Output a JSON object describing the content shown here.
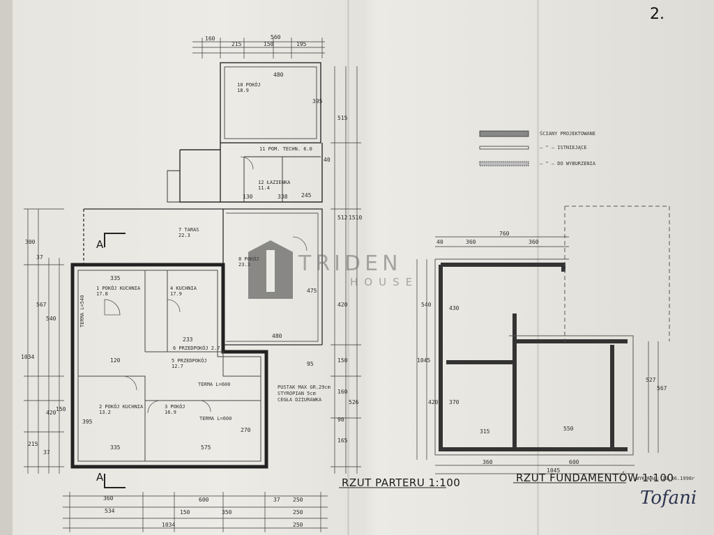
{
  "page_number": "2.",
  "titles": {
    "ground_floor": "RZUT PARTERU 1:100",
    "foundation": "RZUT FUNDAMENTÓW 1:100"
  },
  "legend": [
    {
      "label": "ŚCIANY PROJEKTOWANE"
    },
    {
      "label": "— \" — ISTNIEJĄCE"
    },
    {
      "label": "— \" — DO WYBURZENIA"
    }
  ],
  "author_note": "WYKONAŁ: 23.06.1998r",
  "watermark": {
    "main": "TRIDEN",
    "sub": "HOUSE"
  },
  "signature": "Tofani",
  "section_marks": [
    "A",
    "A"
  ],
  "rooms": [
    {
      "label": "10 POKÓJ",
      "area": "18.9"
    },
    {
      "label": "11 POM. TECHN.",
      "area": "6.0"
    },
    {
      "label": "12 ŁAZIENKA",
      "area": "11.4"
    },
    {
      "label": "7 TARAS",
      "area": "22.3"
    },
    {
      "label": "8 POKÓJ",
      "area": "23.3"
    },
    {
      "label": "1 POKÓJ KUCHNIA",
      "area": "17.8"
    },
    {
      "label": "4 KUCHNIA",
      "area": "17.9"
    },
    {
      "label": "5 PRZEDPOKÓJ",
      "area": "12.7"
    },
    {
      "label": "6 PRZEDPOKÓJ",
      "area": "2.7"
    },
    {
      "label": "2 POKÓJ KUCHNIA",
      "area": "13.2"
    },
    {
      "label": "3 POKÓJ",
      "area": "16.9"
    }
  ],
  "notes": [
    "TERMA L=600",
    "TERMA L=600",
    "TERMA L=540",
    "PUSTAK MAX GR.29cm",
    "STYROPIAN 5cm",
    "CEGŁA DZIURAWKA"
  ],
  "dims_top": [
    "160",
    "560",
    "215",
    "150",
    "195",
    "480",
    "395",
    "40"
  ],
  "dims_left": [
    "300",
    "37",
    "567",
    "540",
    "1034",
    "420",
    "150",
    "215",
    "37"
  ],
  "dims_bottom": [
    "360",
    "600",
    "37",
    "250",
    "534",
    "150",
    "350",
    "250",
    "1034",
    "250"
  ],
  "dims_right": [
    "515",
    "512",
    "1510",
    "420",
    "150",
    "160",
    "90",
    "165",
    "526",
    "95"
  ],
  "dims_inner": [
    "335",
    "120",
    "233",
    "480",
    "575",
    "335",
    "395",
    "270",
    "130",
    "338",
    "245",
    "475"
  ],
  "foundation_dims": [
    "40",
    "360",
    "760",
    "360",
    "540",
    "430",
    "1045",
    "420",
    "370",
    "315",
    "550",
    "360",
    "1045",
    "600",
    "527",
    "567"
  ]
}
